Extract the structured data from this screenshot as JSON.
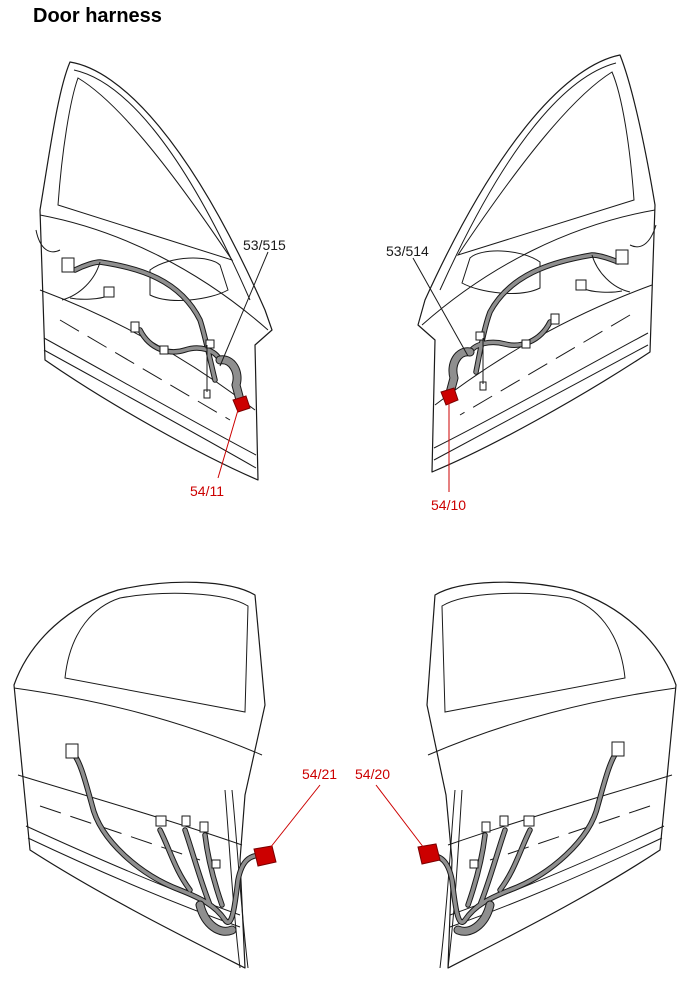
{
  "title": "Door harness",
  "colors": {
    "highlight": "#cc0000",
    "harness": "#8f8f8f",
    "line": "#1a1a1a"
  },
  "labels": {
    "front_left_harness": "53/515",
    "front_left_connector": "54/11",
    "front_right_harness": "53/514",
    "front_right_connector": "54/10",
    "rear_left_connector": "54/21",
    "rear_right_connector": "54/20"
  }
}
